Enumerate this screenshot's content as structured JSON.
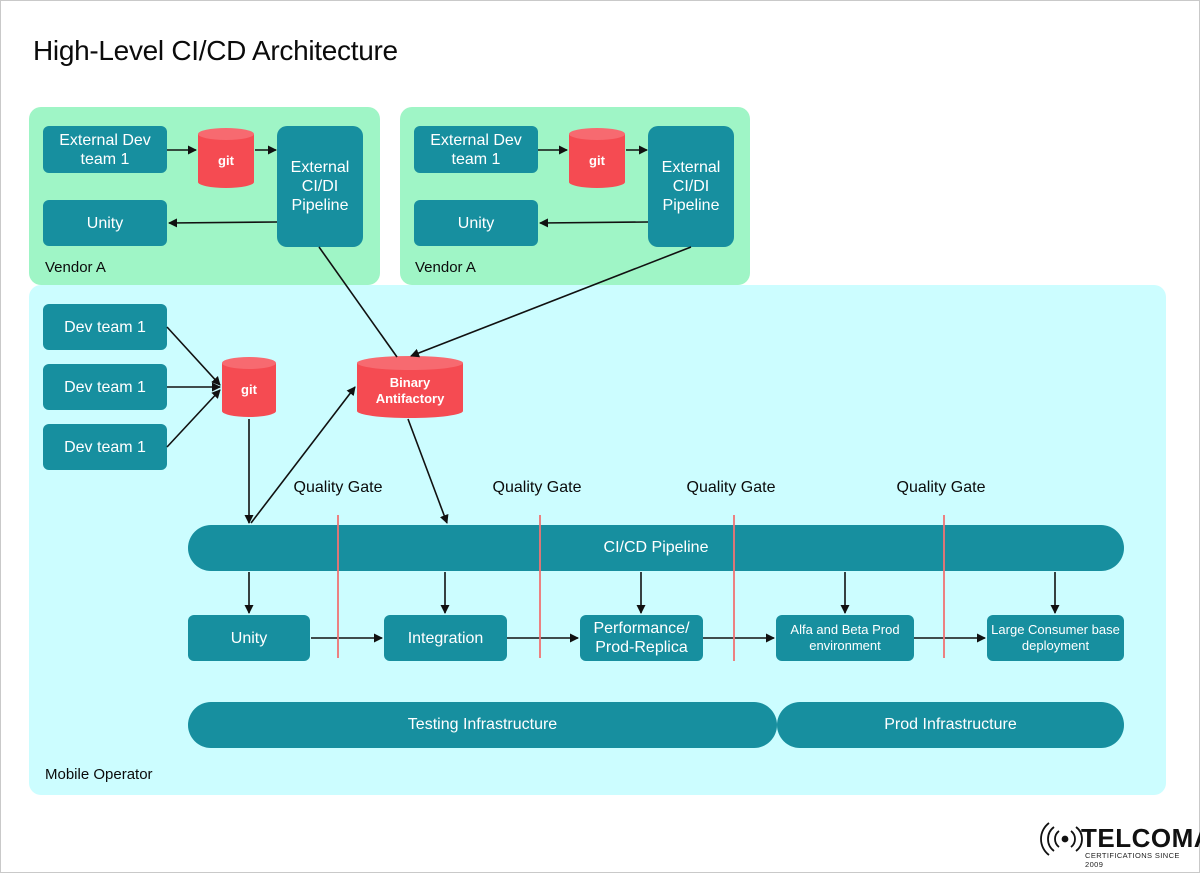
{
  "title": "High-Level CI/CD Architecture",
  "vendors": [
    {
      "label": "Vendor A",
      "dev_team": "External Dev team 1",
      "git": "git",
      "pipeline": "External CI/DI Pipeline",
      "unity": "Unity"
    },
    {
      "label": "Vendor A",
      "dev_team": "External Dev team 1",
      "git": "git",
      "pipeline": "External CI/DI Pipeline",
      "unity": "Unity"
    }
  ],
  "operator": {
    "label": "Mobile Operator",
    "dev_teams": [
      "Dev team 1",
      "Dev team 1",
      "Dev team 1"
    ],
    "git": "git",
    "artifactory": "Binary Antifactory",
    "pipeline": "CI/CD Pipeline",
    "quality_gate": "Quality Gate",
    "stages": [
      "Unity",
      "Integration",
      "Performance/ Prod-Replica",
      "Alfa and Beta Prod environment",
      "Large Consumer base deployment"
    ],
    "testing_infra": "Testing Infrastructure",
    "prod_infra": "Prod Infrastructure"
  },
  "logo": {
    "name": "TELCOMA",
    "tagline": "CERTIFICATIONS SINCE 2009"
  },
  "colors": {
    "vendor_bg": "#9ff5c6",
    "operator_bg": "#ccfdff",
    "box": "#178f9f",
    "db": "#f54b52",
    "gate_line": "#f07373"
  }
}
